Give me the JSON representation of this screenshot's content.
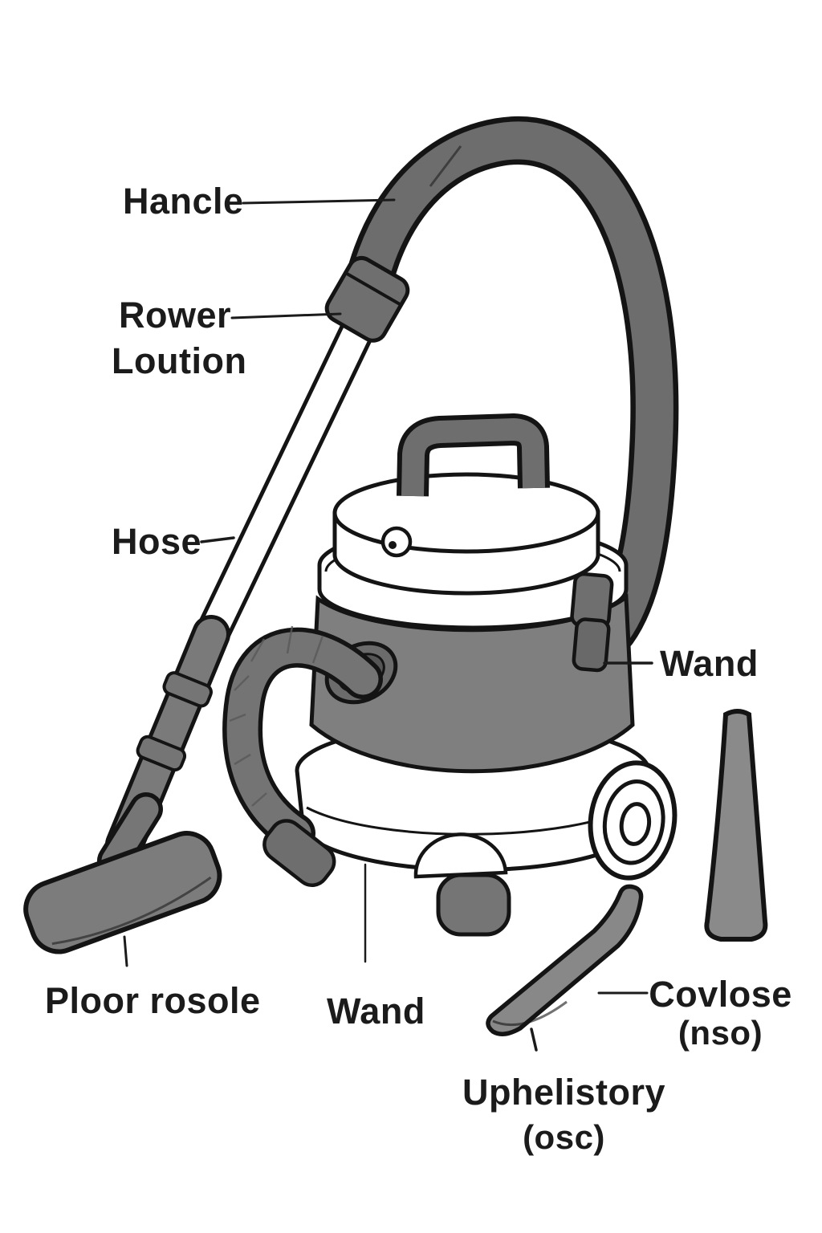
{
  "figure": {
    "type": "labeled-parts-diagram",
    "subject": "canister vacuum cleaner sketch with leader-line part labels",
    "labels": {
      "handle": "Hancle",
      "power_line1": "Rower",
      "power_line2": "Loution",
      "hose": "Hose",
      "wand_right": "Wand",
      "floor_nozzle": "Ploor rosole",
      "wand_bottom": "Wand",
      "upholstery_line1": "Uphelistory",
      "upholstery_line2": "(osc)",
      "crevice_line1": "Covlose",
      "crevice_line2": "(nso)"
    },
    "colors": {
      "ink": "#1b1b1b",
      "outline": "#141414",
      "drum_gray": "#7f7f7f",
      "hose_gray": "#6d6d6d",
      "tool_gray": "#8a8a8a",
      "background": "#ffffff"
    }
  }
}
